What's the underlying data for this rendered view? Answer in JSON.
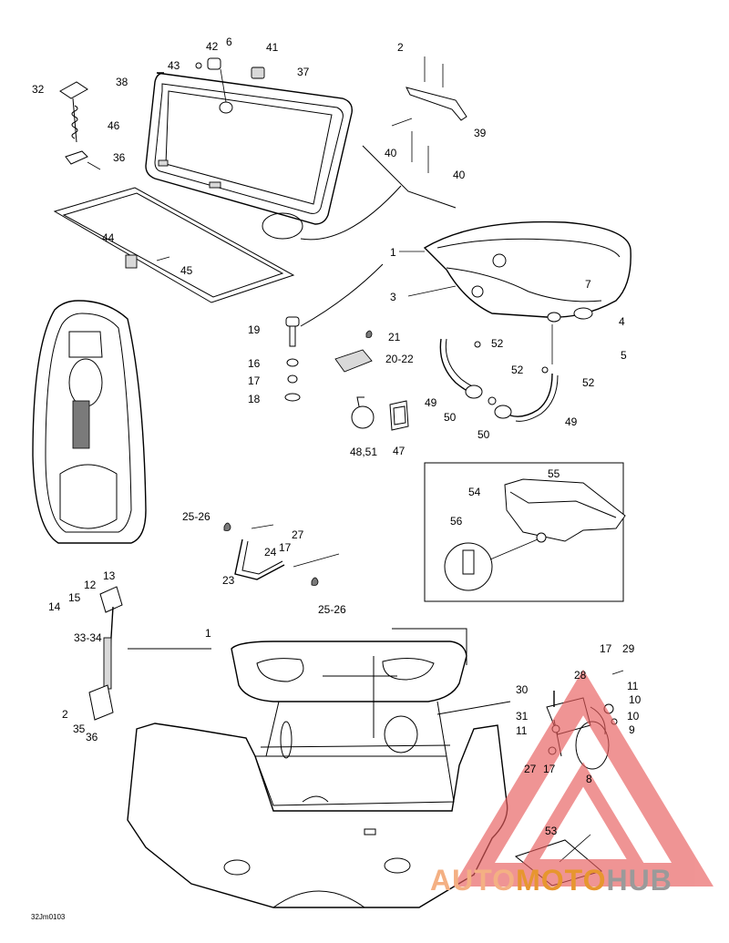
{
  "diagram": {
    "callouts": [
      {
        "id": "c42",
        "text": "42"
      },
      {
        "id": "c6a",
        "text": "6"
      },
      {
        "id": "c41",
        "text": "41"
      },
      {
        "id": "c43",
        "text": "43"
      },
      {
        "id": "c37",
        "text": "37"
      },
      {
        "id": "c38",
        "text": "38"
      },
      {
        "id": "c32",
        "text": "32"
      },
      {
        "id": "c46",
        "text": "46"
      },
      {
        "id": "c36a",
        "text": "36"
      },
      {
        "id": "c2a",
        "text": "2"
      },
      {
        "id": "c39",
        "text": "39"
      },
      {
        "id": "c40a",
        "text": "40"
      },
      {
        "id": "c40b",
        "text": "40"
      },
      {
        "id": "c44",
        "text": "44"
      },
      {
        "id": "c45",
        "text": "45"
      },
      {
        "id": "c1a",
        "text": "1"
      },
      {
        "id": "c3",
        "text": "3"
      },
      {
        "id": "c7",
        "text": "7"
      },
      {
        "id": "c4",
        "text": "4"
      },
      {
        "id": "c5",
        "text": "5"
      },
      {
        "id": "c19",
        "text": "19"
      },
      {
        "id": "c21",
        "text": "21"
      },
      {
        "id": "c2022",
        "text": "20-22"
      },
      {
        "id": "c16",
        "text": "16"
      },
      {
        "id": "c17a",
        "text": "17"
      },
      {
        "id": "c18",
        "text": "18"
      },
      {
        "id": "c52a",
        "text": "52"
      },
      {
        "id": "c52b",
        "text": "52"
      },
      {
        "id": "c52c",
        "text": "52"
      },
      {
        "id": "c49a",
        "text": "49"
      },
      {
        "id": "c49b",
        "text": "49"
      },
      {
        "id": "c50a",
        "text": "50"
      },
      {
        "id": "c50b",
        "text": "50"
      },
      {
        "id": "c4851",
        "text": "48,51"
      },
      {
        "id": "c47",
        "text": "47"
      },
      {
        "id": "c55",
        "text": "55"
      },
      {
        "id": "c54",
        "text": "54"
      },
      {
        "id": "c56",
        "text": "56"
      },
      {
        "id": "c2526a",
        "text": "25-26"
      },
      {
        "id": "c27a",
        "text": "27"
      },
      {
        "id": "c17b",
        "text": "17"
      },
      {
        "id": "c24",
        "text": "24"
      },
      {
        "id": "c23",
        "text": "23"
      },
      {
        "id": "c2526b",
        "text": "25-26"
      },
      {
        "id": "c13",
        "text": "13"
      },
      {
        "id": "c12",
        "text": "12"
      },
      {
        "id": "c15",
        "text": "15"
      },
      {
        "id": "c14",
        "text": "14"
      },
      {
        "id": "c3334",
        "text": "33-34"
      },
      {
        "id": "c1b",
        "text": "1"
      },
      {
        "id": "c2b",
        "text": "2"
      },
      {
        "id": "c35",
        "text": "35"
      },
      {
        "id": "c36b",
        "text": "36"
      },
      {
        "id": "c17c",
        "text": "17"
      },
      {
        "id": "c29",
        "text": "29"
      },
      {
        "id": "c28",
        "text": "28"
      },
      {
        "id": "c30",
        "text": "30"
      },
      {
        "id": "c11a",
        "text": "11"
      },
      {
        "id": "c10a",
        "text": "10"
      },
      {
        "id": "c31",
        "text": "31"
      },
      {
        "id": "c11b",
        "text": "11"
      },
      {
        "id": "c10b",
        "text": "10"
      },
      {
        "id": "c9",
        "text": "9"
      },
      {
        "id": "c27b",
        "text": "27"
      },
      {
        "id": "c17d",
        "text": "17"
      },
      {
        "id": "c8",
        "text": "8"
      },
      {
        "id": "c53",
        "text": "53"
      }
    ],
    "figure_code": "32Jm0103"
  },
  "watermark": {
    "parts": [
      "AUTO",
      "MOTO",
      "HUB"
    ],
    "colors": {
      "auto": "#f4b083",
      "moto": "#e7962f",
      "hub": "#9a9a9a",
      "triangle": "#e85c5c"
    }
  }
}
